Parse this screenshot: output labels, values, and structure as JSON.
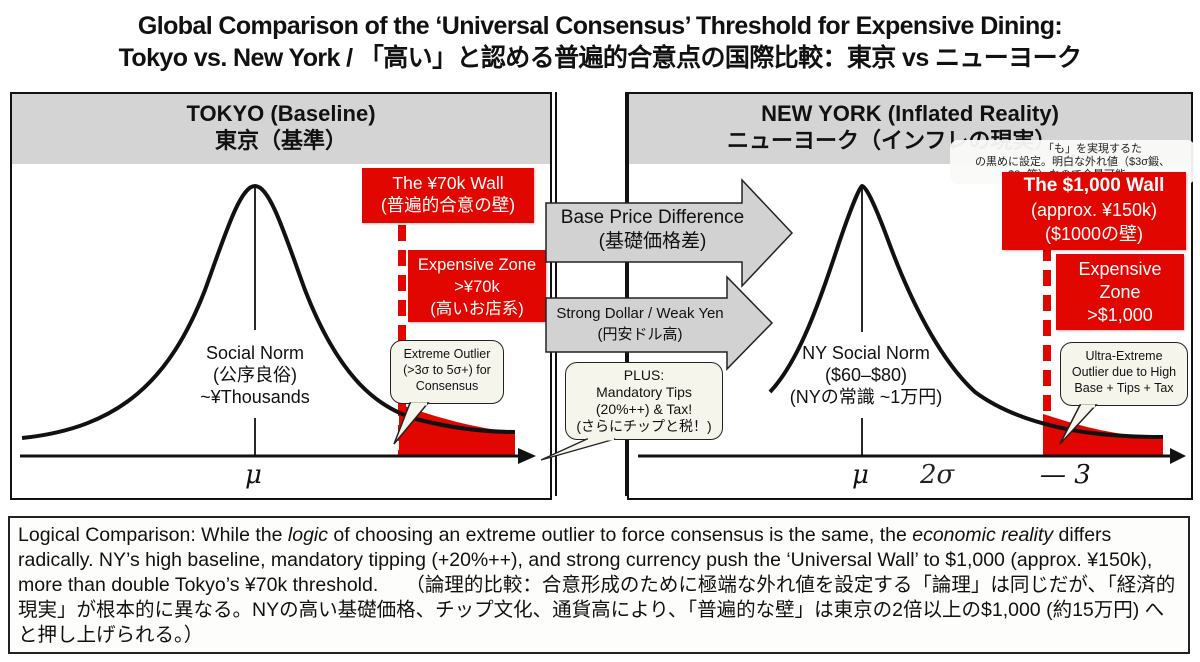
{
  "title": {
    "line1": "Global Comparison of the ‘Universal Consensus’ Threshold for Expensive Dining:",
    "line2": "Tokyo vs. New York / 「高い」と認める普遍的合意点の国際比較：東京 vs ニューヨーク"
  },
  "tokyo": {
    "header_en": "TOKYO (Baseline)",
    "header_jp": "東京（基準）",
    "wall_label": [
      "The ¥70k Wall",
      "(普遍的合意の壁)"
    ],
    "zone_label": [
      "Expensive Zone",
      ">¥70k",
      "(高いお店系)"
    ],
    "norm_label": [
      "Social Norm",
      "(公序良俗)",
      "~¥Thousands"
    ],
    "callout": [
      "Extreme Outlier",
      "(>3σ to 5σ+) for",
      "Consensus"
    ],
    "axis_label": "μ"
  },
  "middle": {
    "arrow1": {
      "en": "Base Price Difference",
      "jp": "(基礎価格差)"
    },
    "arrow2": {
      "en": "Strong Dollar / Weak Yen",
      "jp": "(円安ドル高)"
    },
    "plus_callout": [
      "PLUS:",
      "Mandatory Tips",
      "(20%++) & Tax!",
      "(さらにチップと税！)"
    ]
  },
  "newyork": {
    "header_en": "NEW YORK (Inflated Reality)",
    "header_jp": "ニューヨーク（インフレの現実）",
    "overlay_note": [
      "「も」を実現するた",
      "の黒めに設定。明白な外れ値（$3σ鍛、",
      "$8σ等）なので合量可能。"
    ],
    "wall_label": [
      "The $1,000 Wall",
      "(approx. ¥150k)",
      "($1000の壁)"
    ],
    "zone_label": [
      "Expensive",
      "Zone",
      ">$1,000"
    ],
    "norm_label": [
      "NY Social Norm",
      "($60–$80)",
      "(NYの常識 ~1万円)"
    ],
    "callout": [
      "Ultra-Extreme",
      "Outlier due to High",
      "Base + Tips + Tax"
    ],
    "axis_labels": [
      "μ",
      "2σ",
      "— 3"
    ]
  },
  "footer": {
    "prefix": "Logical Comparison: While the ",
    "em1": "logic",
    "mid1": " of choosing an extreme outlier to force consensus is the same, the ",
    "em2": "economic reality",
    "rest": " differs radically. NY’s high baseline, mandatory tipping (+20%++), and strong currency push the ‘Universal Wall’ to $1,000 (approx. ¥150k), more than double Tokyo’s ¥70k threshold.     （論理的比較：合意形成のために極端な外れ値を設定する「論理」は同じだが、「経済的現実」が根本的に異なる。NYの高い基礎価格、チップ文化、通貨高により、「普遍的な壁」は東京の2倍以上の$1,000 (約15万円) へと押し上げられる。）"
  },
  "colors": {
    "red": "#e10600",
    "header_gray": "#d4d4d4",
    "arrow_gray": "#d2d2d2",
    "callout_bg": "#f5f5ec"
  }
}
